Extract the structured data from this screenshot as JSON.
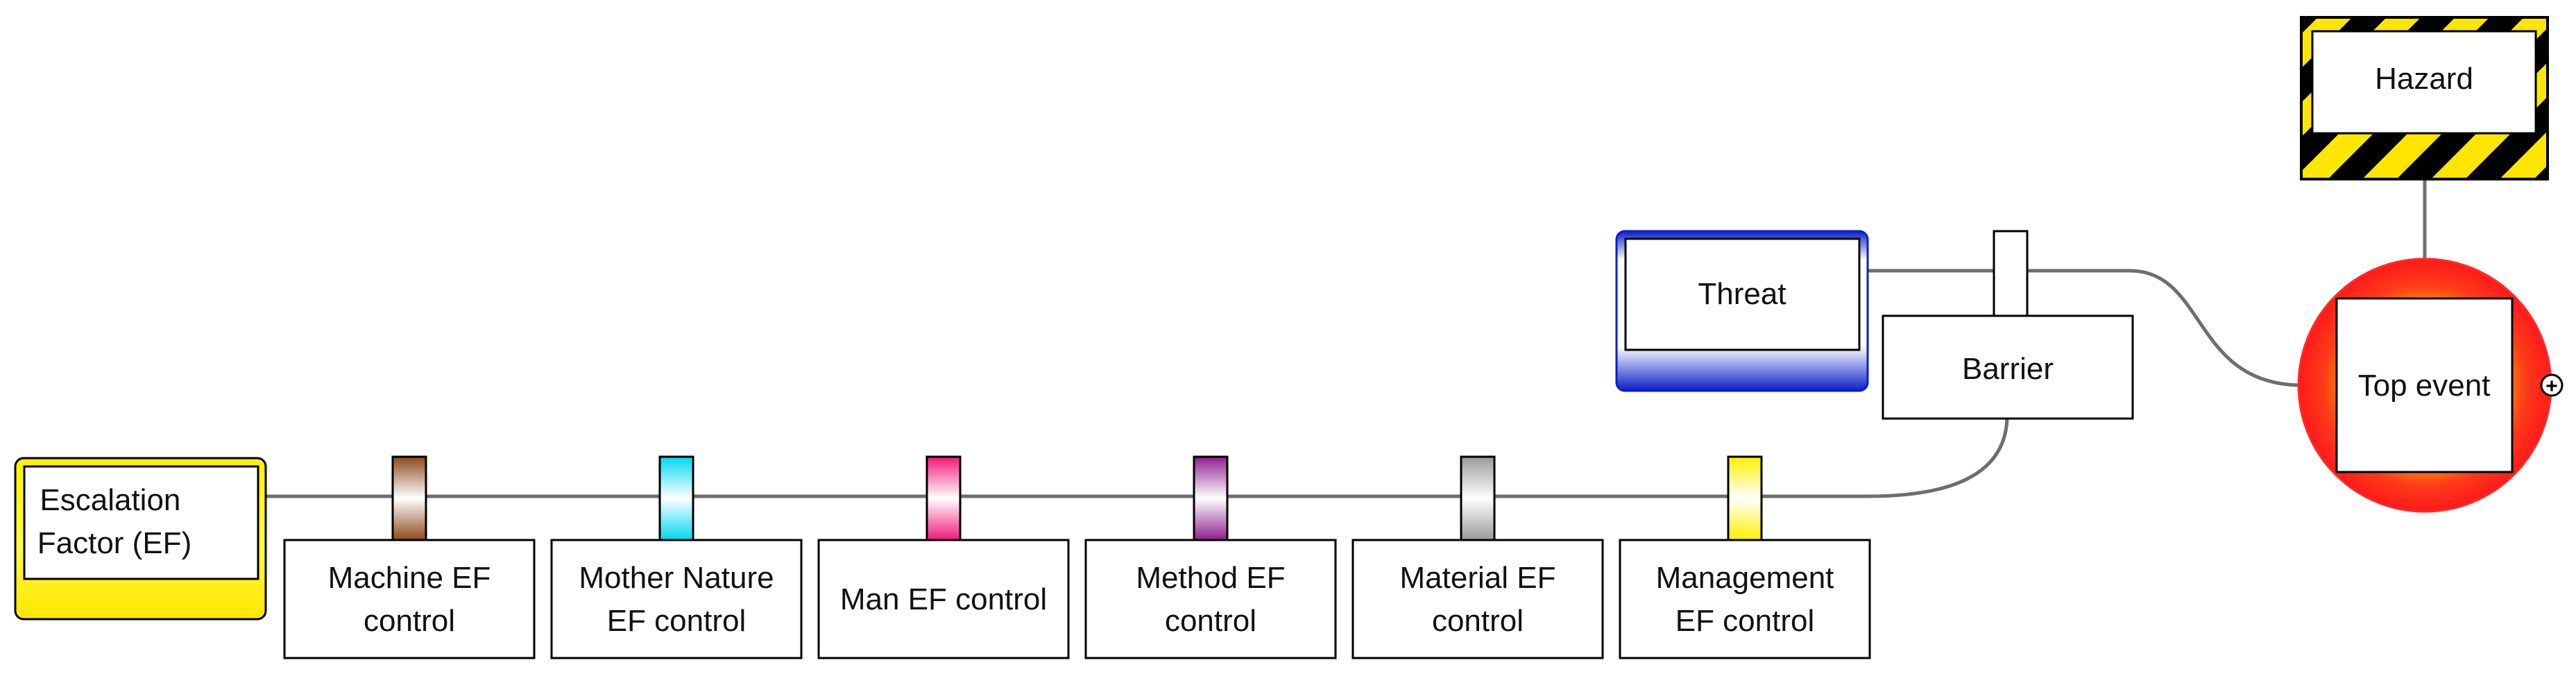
{
  "diagram": {
    "hazard": {
      "label": "Hazard"
    },
    "top_event": {
      "label": "Top event",
      "expand_symbol": "+"
    },
    "threat": {
      "label": "Threat"
    },
    "barrier": {
      "label": "Barrier"
    },
    "escalation_factor": {
      "lines": [
        "Escalation",
        "Factor (EF)"
      ]
    },
    "ef_controls": [
      {
        "lines": [
          "Machine EF",
          "control"
        ],
        "color": "#8B4A1C"
      },
      {
        "lines": [
          "Mother Nature",
          "EF control"
        ],
        "color": "#00D8F0"
      },
      {
        "lines": [
          "Man EF control"
        ],
        "color": "#F0187A"
      },
      {
        "lines": [
          "Method EF",
          "control"
        ],
        "color": "#8E1E8E"
      },
      {
        "lines": [
          "Material EF",
          "control"
        ],
        "color": "#9A9A9A"
      },
      {
        "lines": [
          "Management",
          "EF control"
        ],
        "color": "#FFF000"
      }
    ],
    "colors": {
      "hazard_stripe_yellow": "#FFE600",
      "hazard_stripe_black": "#000000",
      "top_event_outer": "#FF1A1A",
      "top_event_inner": "#FFB000",
      "threat_blue": "#0A1EC8",
      "ef_yellow": "#FFF200",
      "line_gray": "#6E6E6E"
    }
  }
}
